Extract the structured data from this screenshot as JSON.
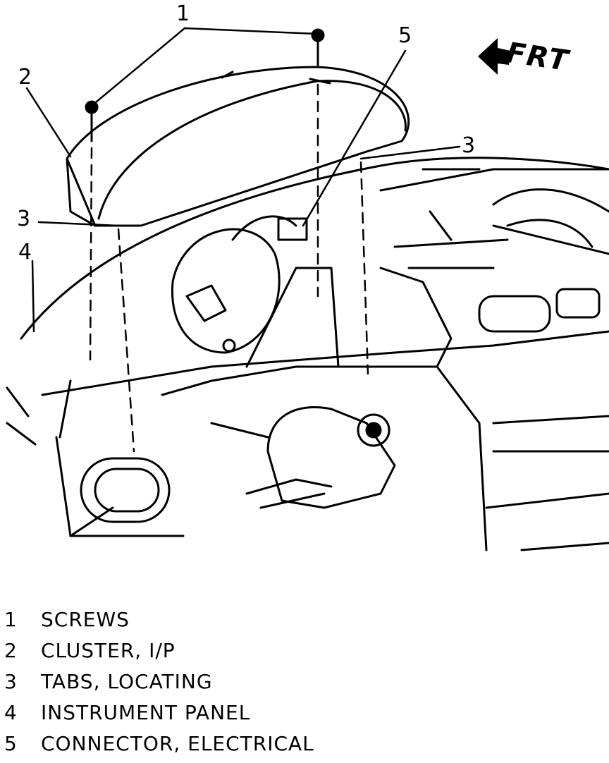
{
  "diagram": {
    "direction_label": "FRT",
    "callouts": [
      "1",
      "2",
      "3",
      "3",
      "4",
      "5"
    ]
  },
  "legend": [
    {
      "num": "1",
      "text": "SCREWS"
    },
    {
      "num": "2",
      "text": "CLUSTER, I/P"
    },
    {
      "num": "3",
      "text": "TABS, LOCATING"
    },
    {
      "num": "4",
      "text": "INSTRUMENT PANEL"
    },
    {
      "num": "5",
      "text": "CONNECTOR, ELECTRICAL"
    }
  ]
}
